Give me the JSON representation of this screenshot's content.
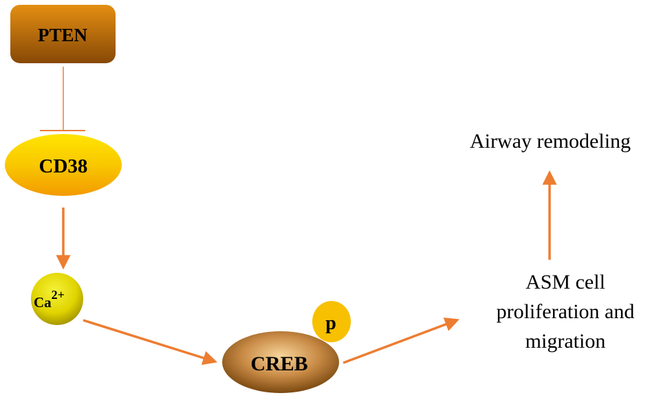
{
  "diagram": {
    "type": "signaling-pathway",
    "nodes": {
      "pten": {
        "label": "PTEN",
        "shape": "rounded-rectangle",
        "color_top": "#e48f12",
        "color_bottom": "#874806"
      },
      "cd38": {
        "label": "CD38",
        "shape": "ellipse",
        "color_top": "#ffe000",
        "color_bottom": "#f39a00"
      },
      "ca": {
        "label": "Ca",
        "superscript": "2+",
        "shape": "circle",
        "color_center": "#f2ee30",
        "color_edge": "#a89a00"
      },
      "creb": {
        "label": "CREB",
        "shape": "ellipse",
        "color_center": "#f5cf90",
        "color_edge": "#7a4810"
      },
      "phospho": {
        "label": "p",
        "shape": "circle",
        "color": "#f7c000"
      },
      "asm": {
        "lines": [
          "ASM cell",
          "proliferation and",
          "migration"
        ]
      },
      "airway": {
        "label": "Airway remodeling"
      }
    },
    "edges": [
      {
        "from": "PTEN",
        "to": "CD38",
        "type": "inhibition"
      },
      {
        "from": "CD38",
        "to": "Ca2+",
        "type": "activation"
      },
      {
        "from": "Ca2+",
        "to": "CREB",
        "type": "activation"
      },
      {
        "from": "CREB",
        "to": "ASM cell proliferation and migration",
        "type": "activation"
      },
      {
        "from": "ASM cell proliferation and migration",
        "to": "Airway remodeling",
        "type": "activation"
      }
    ],
    "edge_color": "#ed7d31"
  }
}
